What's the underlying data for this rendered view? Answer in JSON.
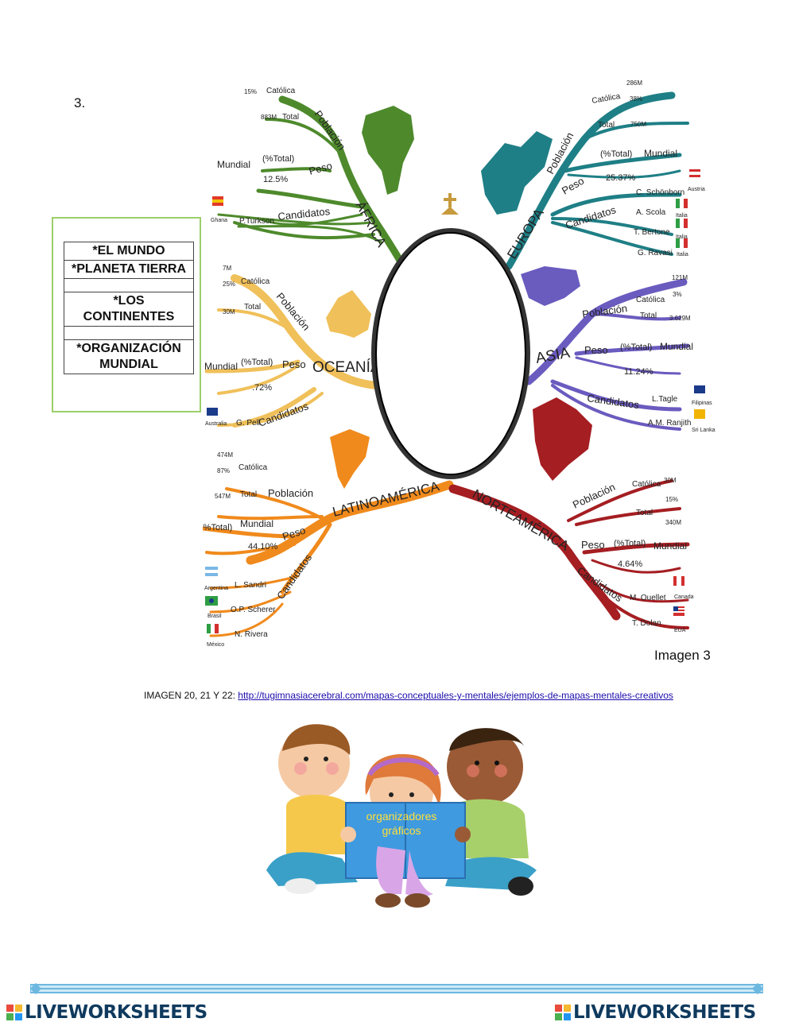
{
  "question_number": "3.",
  "word_bank": [
    "*EL MUNDO",
    "*PLANETA TIERRA",
    "",
    "*LOS CONTINENTES",
    "",
    "*ORGANIZACIÓN MUNDIAL"
  ],
  "mindmap": {
    "africa": {
      "title": "ÁFRICA",
      "poblacion": "Población",
      "catolica": "Católica",
      "catolica_pct": "15%",
      "total": "Total",
      "total_val": "883M",
      "peso": "Peso",
      "mundial": "Mundial",
      "pct_total": "(%Total)",
      "peso_val": "12.5%",
      "candidatos": "Candidatos",
      "candidato1": "P.Turkson",
      "pais1": "Ghana"
    },
    "europa": {
      "title": "EUROPA",
      "poblacion": "Población",
      "catolica": "Católica",
      "catolica_val": "286M",
      "catolica_pct": "38%",
      "total": "Total",
      "total_val": "750M",
      "peso": "Peso",
      "pct_total": "(%Total)",
      "mundial": "Mundial",
      "peso_val": "25.37%",
      "candidatos": "Candidatos",
      "c1": "C. Schönborn",
      "p1": "Austria",
      "c2": "A. Scola",
      "p2": "Italia",
      "c3": "T. Bertone",
      "p3": "Italia",
      "c4": "G. Ravasi",
      "p4": "Italia"
    },
    "oceania": {
      "title": "OCEANÍA",
      "poblacion": "Población",
      "catolica": "Católica",
      "catolica_val": "7M",
      "catolica_pct": "25%",
      "total": "Total",
      "total_val": "30M",
      "peso": "Peso",
      "mundial": "Mundial",
      "pct_total": "(%Total)",
      "peso_val": ".72%",
      "candidatos": "Candidatos",
      "candidato1": "G. Pell",
      "pais1": "Australia"
    },
    "asia": {
      "title": "ASIA",
      "poblacion": "Población",
      "catolica": "Católica",
      "catolica_val": "121M",
      "catolica_pct": "3%",
      "total": "Total",
      "total_val": "3.629M",
      "peso": "Peso",
      "pct_total": "(%Total)",
      "mundial": "Mundial",
      "peso_val": "11.24%",
      "candidatos": "Candidatos",
      "c1": "L.Tagle",
      "p1": "Filipinas",
      "c2": "A.M. Ranjith",
      "p2": "Sri Lanka"
    },
    "latinoamerica": {
      "title": "LATINOAMÉRICA",
      "poblacion": "Población",
      "catolica": "Católica",
      "catolica_val": "474M",
      "catolica_pct": "87%",
      "total": "Total",
      "total_val": "547M",
      "peso": "Peso",
      "pct_total": "(%Total)",
      "mundial": "Mundial",
      "peso_val": "44.10%",
      "candidatos": "Candidatos",
      "c1": "L. Sandri",
      "p1": "Argentina",
      "c2": "O.P. Scherer",
      "p2": "Brasil",
      "c3": "N. Rivera",
      "p3": "México"
    },
    "norteamerica": {
      "title": "NORTEAMÉRICA",
      "poblacion": "Población",
      "catolica": "Católica",
      "catolica_val": "30M",
      "catolica_pct": "15%",
      "total": "Total",
      "total_val": "340M",
      "peso": "Peso",
      "pct_total": "(%Total)",
      "mundial": "Mundial",
      "peso_val": "4.64%",
      "candidatos": "Candidatos",
      "c1": "M. Ouellet",
      "p1": "Canada",
      "c2": "T. Dolan",
      "p2": "EUA"
    }
  },
  "caption": "Imagen 3",
  "source_prefix": "IMAGEN 20, 21 Y 22: ",
  "source_link": "http://tugimnasiacerebral.com/mapas-conceptuales-y-mentales/ejemplos-de-mapas-mentales-creativos",
  "book_text": [
    "organizadores",
    "gráficos"
  ],
  "brand_left": "LIVEWORKSHEETS",
  "brand_right": "LIVEWORKSHEETS",
  "colors": {
    "africa": "#4e8a2c",
    "europa": "#1f7f86",
    "oceania": "#f0c05a",
    "asia": "#6a5bbf",
    "latinoamerica": "#f08a1c",
    "norteamerica": "#a51e22",
    "word_box_border": "#9bcf6b",
    "footer_bar": "#6cb8e0",
    "brand": "#0f3a5e"
  }
}
